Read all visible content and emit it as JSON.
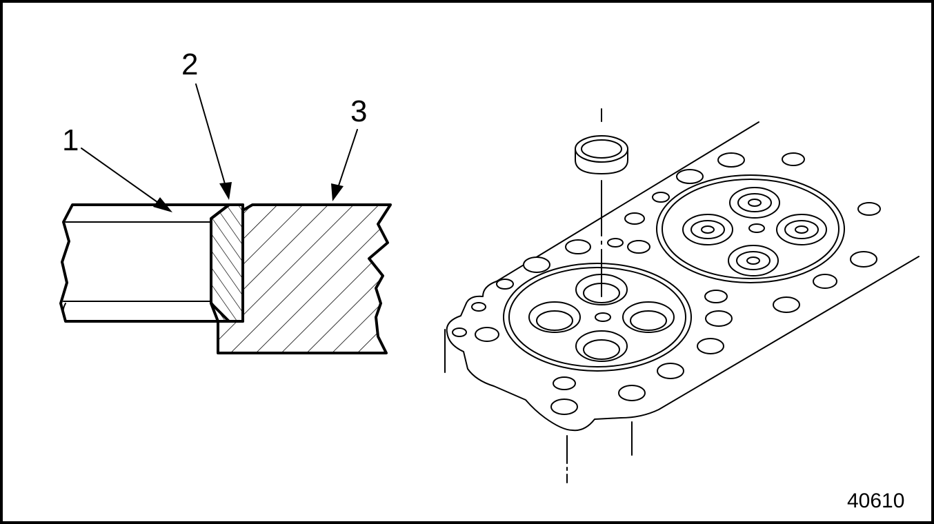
{
  "diagram": {
    "callouts": [
      {
        "id": "1",
        "label": "1"
      },
      {
        "id": "2",
        "label": "2"
      },
      {
        "id": "3",
        "label": "3"
      }
    ],
    "figure_number": "40610",
    "colors": {
      "ink": "#000000",
      "paper": "#ffffff"
    }
  }
}
